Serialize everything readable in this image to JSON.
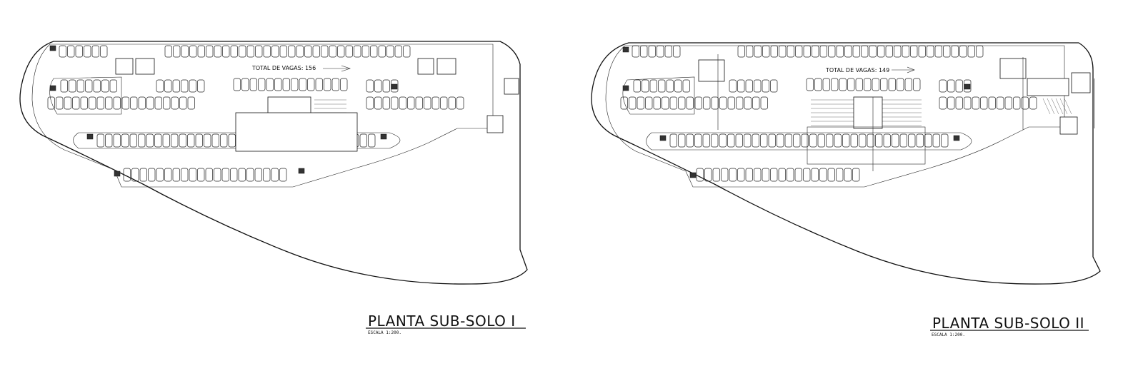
{
  "plans": [
    {
      "title": "PLANTA SUB-SOLO I",
      "scale": "ESCALA 1:200.",
      "vagas": "TOTAL DE VAGAS: 156"
    },
    {
      "title": "PLANTA SUB-SOLO II",
      "scale": "ESCALA 1:200.",
      "vagas": "TOTAL DE VAGAS: 149"
    }
  ],
  "colors": {
    "line": "#111111",
    "background": "#ffffff"
  }
}
